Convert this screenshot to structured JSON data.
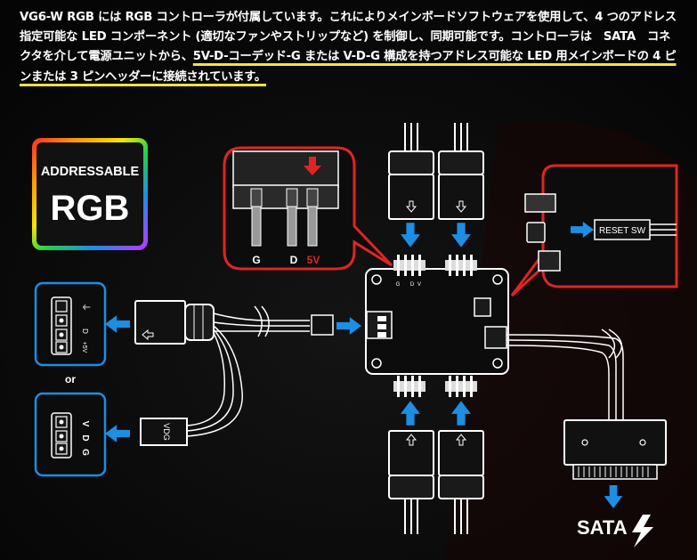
{
  "intro": {
    "part1": "VG6-W RGB には RGB コントローラが付属しています。これによりメインボードソフトウェアを使用して、4 つのアドレス指定可能な LED コンポーネント (適切なファンやストリップなど) を制御し、同期可能です。コントローラは　SATA　コネクタを介して電源ユニットから、",
    "highlight": "5V-D-コーデッド-G または V-D-G 構成を持つアドレス可能な LED 用メインボードの 4 ピンまたは 3 ピンヘッダーに接続されています。"
  },
  "badge": {
    "line1": "ADDRESSABLE",
    "line2": "RGB"
  },
  "pin_zoom": {
    "g": "G",
    "d": "D",
    "v5": "5V"
  },
  "header_4pin": {
    "gnd": "⏚",
    "d": "D",
    "v5": "+5V"
  },
  "or_label": "or",
  "header_3pin": {
    "v": "V",
    "d": "D",
    "g": "G"
  },
  "plug_label": "VDG",
  "reset_label": "RESET SW",
  "sata_label": "SATA",
  "port_labels": {
    "g": "G",
    "d": "D",
    "v": "V"
  },
  "colors": {
    "accent_blue": "#1c8ee4",
    "highlight_yellow": "#ffe23a",
    "red": "#e02424",
    "background": "#0a0a0a",
    "outline": "#ffffff"
  },
  "icons": [
    "arrow-blue",
    "bolt-icon",
    "ground-icon",
    "red-down-arrow"
  ]
}
